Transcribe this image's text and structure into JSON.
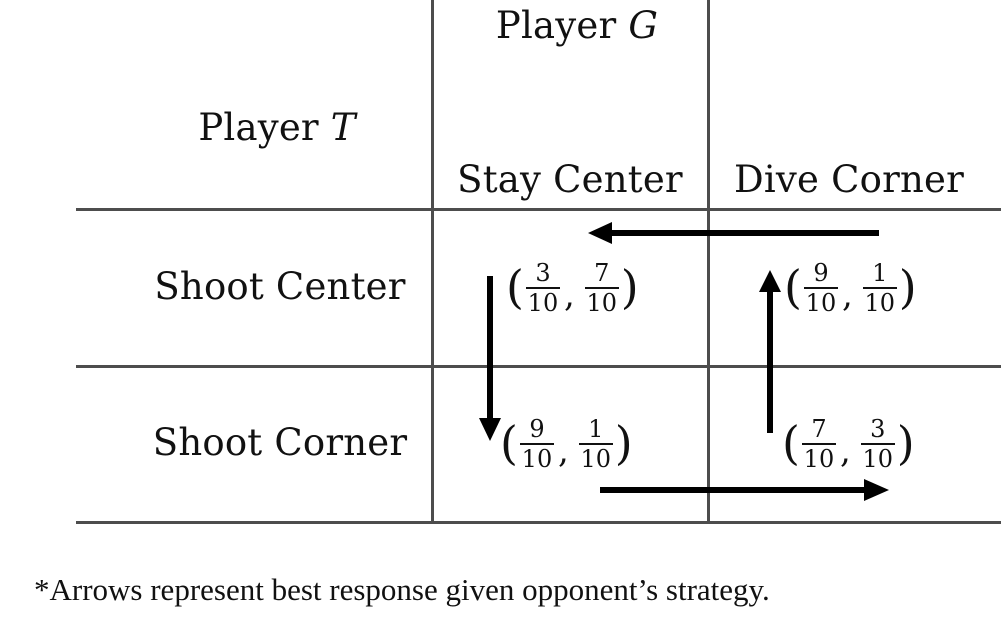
{
  "header": {
    "player_g_prefix": "Player ",
    "player_g_var": "G",
    "player_t_prefix": "Player ",
    "player_t_var": "T"
  },
  "columns": [
    "Stay Center",
    "Dive Corner"
  ],
  "rows": [
    "Shoot Center",
    "Shoot Corner"
  ],
  "payoffs": [
    [
      {
        "a_num": "3",
        "a_den": "10",
        "b_num": "7",
        "b_den": "10"
      },
      {
        "a_num": "9",
        "a_den": "10",
        "b_num": "1",
        "b_den": "10"
      }
    ],
    [
      {
        "a_num": "9",
        "a_den": "10",
        "b_num": "1",
        "b_den": "10"
      },
      {
        "a_num": "7",
        "a_den": "10",
        "b_num": "3",
        "b_den": "10"
      }
    ]
  ],
  "footnote": "*Arrows represent best response given opponent’s strategy.",
  "colors": {
    "grid": "#4d4d4d",
    "text": "#111111",
    "arrow": "#000000"
  }
}
